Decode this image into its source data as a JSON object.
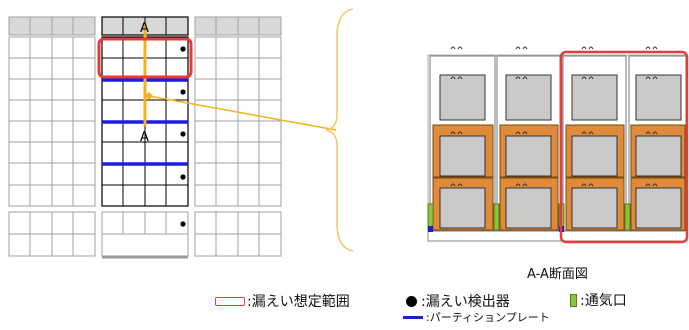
{
  "plan": {
    "section_mark": "A"
  },
  "section": {
    "label": "A-A断面図"
  },
  "legend": {
    "leak_area": ":漏えい想定範囲",
    "detector": ":漏えい検出器",
    "vent": ":通気口",
    "partition": ":パーティションプレート"
  },
  "colors": {
    "leak_area": "#e53b3b",
    "partition": "#1c1cde",
    "section_line": "#f2b21b",
    "frame": "#e08a3a",
    "vent": "#8dc43e",
    "container": "#c9c9c9"
  }
}
